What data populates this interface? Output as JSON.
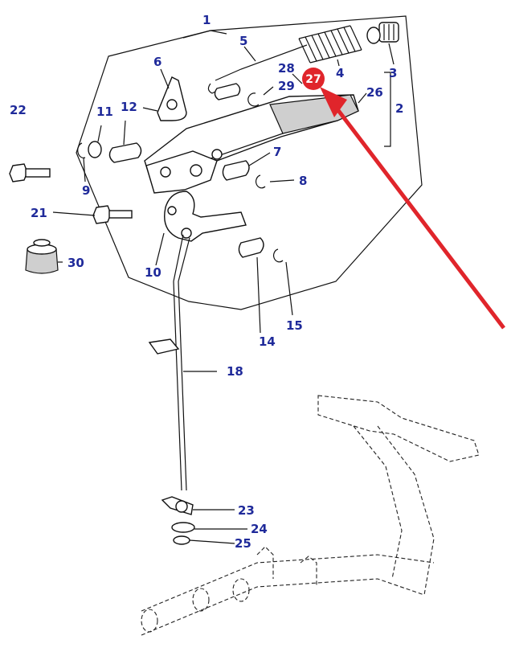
{
  "callouts": [
    {
      "id": "c1",
      "label": "1"
    },
    {
      "id": "c2",
      "label": "2"
    },
    {
      "id": "c3",
      "label": "3"
    },
    {
      "id": "c4",
      "label": "4"
    },
    {
      "id": "c5",
      "label": "5"
    },
    {
      "id": "c6",
      "label": "6"
    },
    {
      "id": "c7",
      "label": "7"
    },
    {
      "id": "c8",
      "label": "8"
    },
    {
      "id": "c9",
      "label": "9"
    },
    {
      "id": "c10",
      "label": "10"
    },
    {
      "id": "c11",
      "label": "11"
    },
    {
      "id": "c12",
      "label": "12"
    },
    {
      "id": "c14",
      "label": "14"
    },
    {
      "id": "c15",
      "label": "15"
    },
    {
      "id": "c18",
      "label": "18"
    },
    {
      "id": "c21",
      "label": "21"
    },
    {
      "id": "c22",
      "label": "22"
    },
    {
      "id": "c23",
      "label": "23"
    },
    {
      "id": "c24",
      "label": "24"
    },
    {
      "id": "c25",
      "label": "25"
    },
    {
      "id": "c26",
      "label": "26"
    },
    {
      "id": "c28",
      "label": "28"
    },
    {
      "id": "c29",
      "label": "29"
    },
    {
      "id": "c30",
      "label": "30"
    }
  ],
  "highlight": {
    "label": "27",
    "color": "#e0252b"
  },
  "colors": {
    "label_text": "#1f2a9a",
    "arrow": "#e0252b",
    "line_art": "#111111"
  }
}
